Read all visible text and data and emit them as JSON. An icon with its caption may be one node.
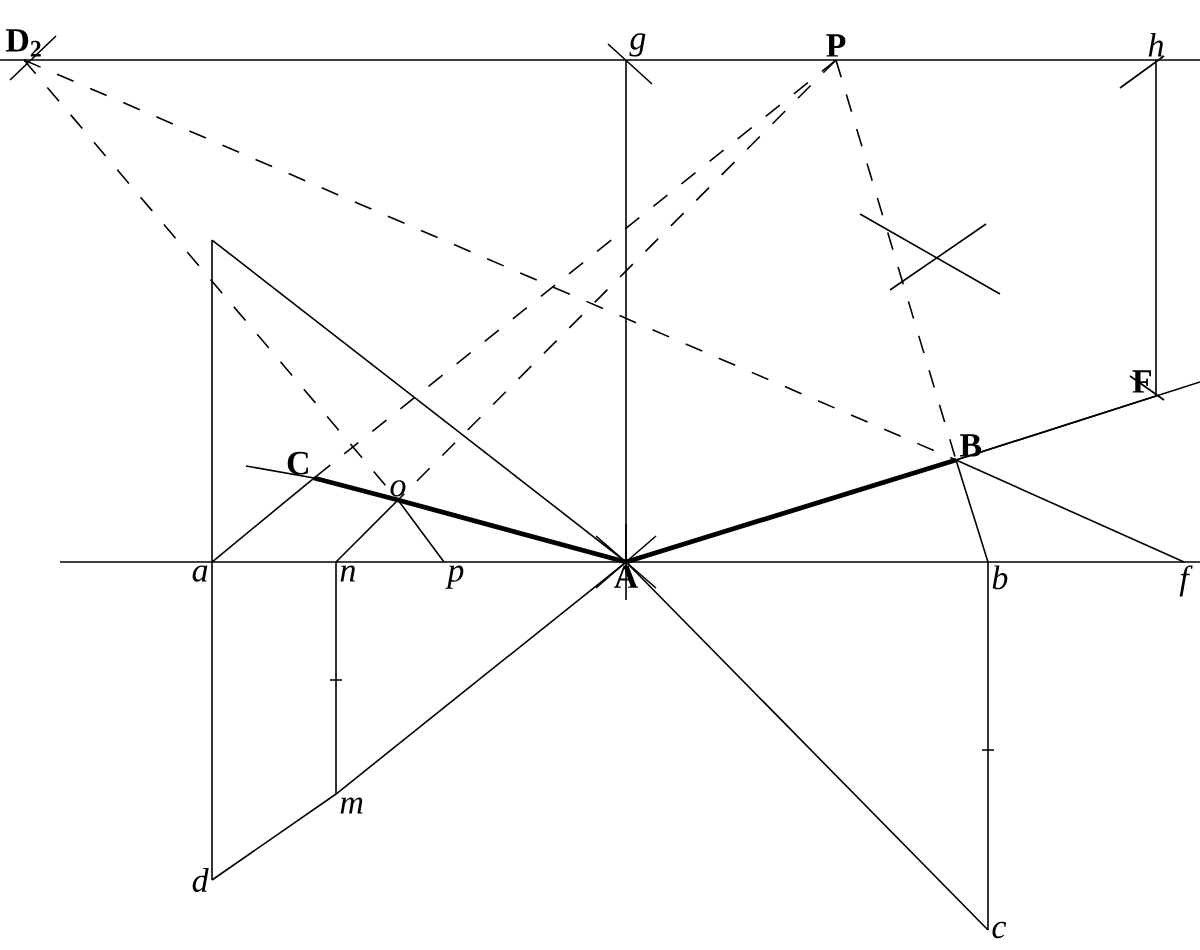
{
  "diagram": {
    "nodes": [
      {
        "text": [
          "D$_{2}$"
        ]
      },
      {
        "text": [
          "g"
        ]
      },
      {
        "text": [
          "P"
        ]
      },
      {
        "text": [
          "h"
        ]
      },
      {
        "text": [
          "F"
        ]
      },
      {
        "text": [
          "B"
        ]
      },
      {
        "text": [
          "C"
        ]
      },
      {
        "text": [
          "o"
        ]
      },
      {
        "text": [
          "a"
        ]
      },
      {
        "text": [
          "n"
        ]
      },
      {
        "text": [
          "p"
        ]
      },
      {
        "text": [
          "A"
        ]
      },
      {
        "text": [
          "b"
        ]
      },
      {
        "text": [
          "f"
        ]
      },
      {
        "text": [
          "m"
        ]
      },
      {
        "text": [
          "d"
        ]
      },
      {
        "text": [
          "c"
        ]
      }
    ],
    "edges": [
      {
        "from": 1,
        "to": 11,
        "arrow": "none"
      },
      {
        "from": 3,
        "to": 4,
        "arrow": "none"
      },
      {
        "from": 4,
        "to": 5,
        "arrow": "none"
      },
      {
        "from": 5,
        "to": 11,
        "arrow": "none",
        "style": "thick"
      },
      {
        "from": 5,
        "to": 13,
        "arrow": "none"
      },
      {
        "from": 5,
        "to": 12,
        "arrow": "none"
      },
      {
        "from": 12,
        "to": 16,
        "arrow": "none"
      },
      {
        "from": 11,
        "to": 16,
        "arrow": "none"
      },
      {
        "from": 8,
        "to": 15,
        "arrow": "none"
      },
      {
        "from": 15,
        "to": 14,
        "arrow": "none"
      },
      {
        "from": 14,
        "to": 11,
        "arrow": "none"
      },
      {
        "from": 9,
        "to": 14,
        "arrow": "none"
      },
      {
        "from": 8,
        "to": 6,
        "arrow": "none"
      },
      {
        "from": 9,
        "to": 7,
        "arrow": "none"
      },
      {
        "from": 7,
        "to": 10,
        "arrow": "none"
      },
      {
        "from": 6,
        "to": 7,
        "arrow": "none",
        "style": "thick"
      },
      {
        "from": 7,
        "to": 11,
        "arrow": "none",
        "style": "thick"
      },
      {
        "from": 0,
        "to": 5,
        "arrow": "none",
        "style": "dashed"
      },
      {
        "from": 0,
        "to": 7,
        "arrow": "none",
        "style": "dashed"
      },
      {
        "from": 2,
        "to": 6,
        "arrow": "none",
        "style": "dashed"
      },
      {
        "from": 2,
        "to": 7,
        "arrow": "none",
        "style": "dashed"
      },
      {
        "from": 2,
        "to": 5,
        "arrow": "none",
        "style": "dashed"
      }
    ]
  }
}
